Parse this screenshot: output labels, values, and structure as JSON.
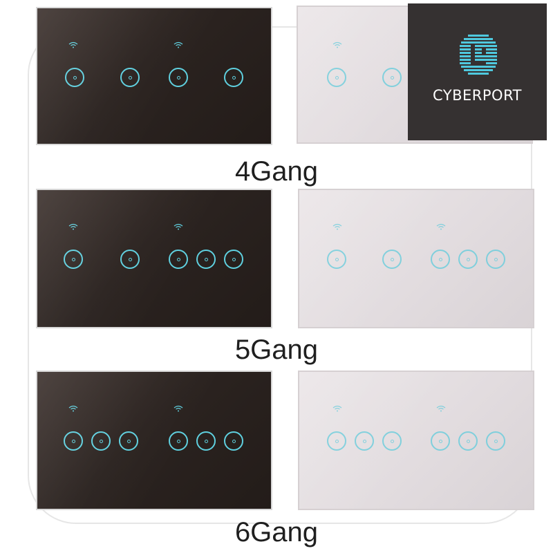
{
  "labels": {
    "row1": "4Gang",
    "row2": "5Gang",
    "row3": "6Gang"
  },
  "logo": {
    "text": "Cyberport",
    "accent_color": "#4fc9de",
    "background_color": "#353131"
  },
  "panels": {
    "dark_color": "#2b2320",
    "light_color": "#e2dcdf",
    "button_ring_color": "#5fd0df"
  }
}
